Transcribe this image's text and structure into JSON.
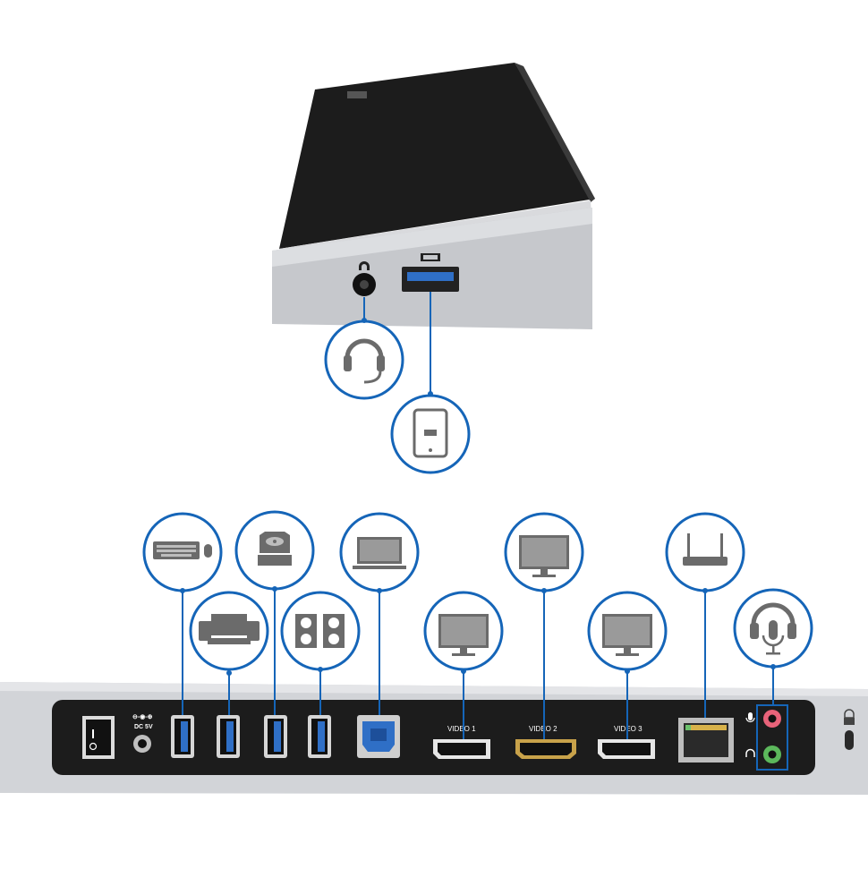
{
  "colors": {
    "accent": "#1565b8",
    "dock_body": "#1c1c1c",
    "dock_silver": "#c9cbcf",
    "usb_blue": "#2f6fc6",
    "hdmi_gold": "#c8a24a",
    "mic_pink": "#e8637a",
    "headphone_green": "#5cb85c"
  },
  "rear_panel": {
    "dc_label": "DC 5V",
    "video1_label": "VIDEO 1",
    "video2_label": "VIDEO 2",
    "video3_label": "VIDEO 3"
  },
  "front_callouts": [
    "headset",
    "tablet"
  ],
  "rear_callouts": [
    "keyboard-mouse",
    "printer",
    "external-drive",
    "speakers",
    "laptop",
    "monitor",
    "monitor",
    "monitor",
    "router",
    "headset-with-mic"
  ]
}
